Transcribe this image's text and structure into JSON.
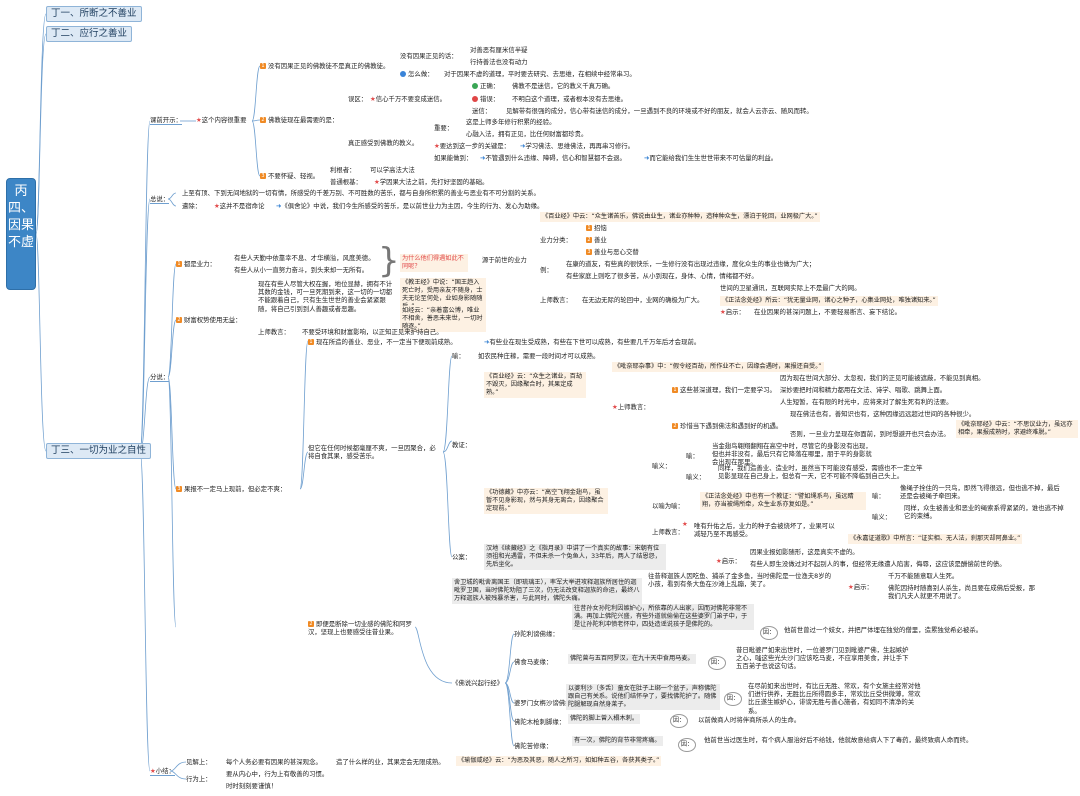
{
  "root": "丙四、因果不虚",
  "l1": [
    "丁一、所断之不善业",
    "丁二、应行之善业",
    "丁三、一切为业之自性"
  ],
  "t": {
    "a1": "课前开示：",
    "a2": "这个内容很重要",
    "a3": "没有因果正见的佛教徒不是真正的佛教徒。",
    "a4": "佛教徒现在最需要的是：",
    "a5": "不要怀疑、轻视。",
    "a6": "没有因果正见的话：",
    "a7": "对善恶有厘米信半疑",
    "a8": "行持善法也没有动力",
    "a9": "怎么做：",
    "a10": "对于因果不虚的道理，平时要去研究、去思维，在相续中经常串习。",
    "a11": "误区：",
    "a12": "信心千万不要变成迷信。",
    "a13": "正确：",
    "a14": "佛教不是迷信，它的教义千真万确。",
    "a15": "错误：",
    "a16": "不明白这个道理，或者根本没有去思维。",
    "a17": "迷信：",
    "a18": "见解带有很强的成分，信心带有迷信的成分，一旦遇到不良的环境或不好的朋友，就会人云亦云、随风而转。",
    "a19": "真正感受到佛教的教义。",
    "a20": "重要：",
    "a21": "这是上师多年修行积累的经验。",
    "a22": "心融入法，拥有正见，比任何财富都珍贵。",
    "a23": "要达到这一步的关键是：",
    "a24": "学习佛法、思维佛法，再再串习修行。",
    "a25": "如果能做到：",
    "a26": "不管遇到什么违缘、障碍，信心和智慧都不会退。",
    "a27": "而它能给我们生生世世带来不可估量的利益。",
    "a28": "利根者：",
    "a29": "可以学高法大法",
    "a30": "普通根基：",
    "a31": "学因果大法之前，先打好坚固的基础。",
    "b1": "总说：",
    "b2": "上至有顶、下到无间地狱的一切有情，所感受的千差万别、不可胜数的苦乐，都与自身所积累的善业与恶业有不可分割的关系。",
    "b3": "遣除：",
    "b4": "这并不是宿命论",
    "b5": "《俱舍论》中说，我们今生所感受的苦乐，是以前世业力为主因，今生的行为、发心为助缘。",
    "c1": "分说：",
    "c2": "都是业力：",
    "c3": "有些人天勤中依靠幸不息、才华横溢，风度美德。",
    "c4": "有些人从小一直努力奋斗，到头来却一无所有。",
    "c5": "为什么他们得遇如此不同呢？",
    "c6": "源于前世的业力",
    "c7": "《百业经》中云：“众生诸苦乐，佛说由业生，诸业亦种种，造种种众生，漂泊于轮回，业网极广大。”",
    "c8": "业力分类：",
    "c9": "招恼",
    "c10": "善业",
    "c11": "善业与恶心交替",
    "c12": "例：",
    "c13": "在康的道友，有些真的很快乐，一生修行没有出现过违缘，度化众生的事业也做为广大；",
    "c14": "有些家庭上则吃了很多苦，从小到现在，身体、心情，情绪都不好。",
    "c15": "上师教言：",
    "c16": "世间的卫星通讯，互联网实际上不是最广大的网。",
    "c17": "在无边无际的轮回中，业网的确极为广大。",
    "c18": "《正法念处经》所云：“犹无量业网，诸心之种子，心集业网处，唯独诸知来。”",
    "c19": "启示：",
    "c20": "在业因果的甚深问题上，不要轻易断言、妄下结论。",
    "c21": "财富权势使用无益：",
    "c22": "现在有些人尽管大权在握，地位显赫，拥有不计其数的金钱，可一旦死期到来，这一切的一切都不能跟着自己，只有生生世世的善业会紧紧跟随，将自己引到到人善趣或者恶趣。",
    "c23": "《教王经》中说：“国王趋入死亡时，受用亲友不随身，士夫无论至何处，业如身影随随后。”",
    "c24": "如经云：“亲着富公博，唯业不相舍，善恶未来世，一切时随逐。”",
    "c25": "上师教言：",
    "c26": "不要受环境和财富影响，以正知正见来护持自己。",
    "c27": "果报不一定马上现前，但必定不爽：",
    "c28": "现在所造的善业、恶业，不一定当下便现前成熟。",
    "c29": "有些业在现生受成熟，有些在下世可以成熟，有些要几千万年后才会现前。",
    "c30": "喻：",
    "c31": "如农民种庄稼，需要一段时间才可以成熟。",
    "c32": "但它在任何时候都毫厘不爽，一旦因聚合，必将自食其果，感受苦乐。",
    "c33": "教证：",
    "c34": "《百业经》云：“众生之诸业，百劫不毁灭，因缘聚合时，其果定成熟。”",
    "c35": "《毗奈耶杂事》中：“假令经百劫，所作业不亡，因缘会遇时，果报还自受。”",
    "c36": "上师教言：",
    "c37": "这些甚深道理，我们一定要学习。",
    "c38": "因为现在世间大部分、太忽视，我们的正见可能被遮蔽，不能见到真相。",
    "c39": "深妙要把时间和精力都用在文法、诗学、唱歌、跳舞上面。",
    "c40": "人生短暂，在有限的时光中，应将来对了解生死有利的法要。",
    "c41": "珍惜当下遇到佛法和遇到好的机遇。",
    "c42": "现在佛法也有，善知识也有，这种因缘远远超过世间的各种很少。",
    "c43": "喻：",
    "c44": "《毗奈耶经》中云：“不思议业力，虽远亦相牵，果报成熟时，求避终难脱。”",
    "c45": "否则，一旦业力呈现在你面前，到时想避开也只会办法。",
    "c46": "当金翅鸟翱翔翻翔在高空中时，尽管它的身影没有出现，但也并非没有，最后只有它降落在哪里，朋于平的身影就会出现在那里。",
    "c47": "喻义：",
    "c48": "同样，我们造善业、造业时，虽然当下可能没有感受，需感也不一定立竿见影显现在自己身上，但总有一天，它不可能不降临到自己头上。",
    "c49": "《功德藏》中亦云：“高空飞翔金翅鸟，虽暂不见身影现，然与其身无离合，因缘聚合定现前。”",
    "c50": "以喻为喻：",
    "c51": "《正法念处经》中也有一个教证：“譬如绳系鸟，虽远睛翔，亦当被绳所牵，众生业系亦复如是。”",
    "c52": "喻：",
    "c53": "像绳子拴住的一只鸟，即然飞得很远，但也逃不掉，最后还是会被绳子牵回来。",
    "c54": "喻义：",
    "c55": "同样，众生被善业和恶业的绳索系得紧紧的，谁也逃不掉它的束缚。",
    "c56": "上师教言：",
    "c57": "唯有升佑之后，业力的种子会被烧坏了，业果可以减轻乃至不再感受。",
    "c58": "《永嘉证道歌》中所言：“证实相、无人法，刹那灭却阿鼻业。”",
    "c59": "公案：",
    "c60": "汉地《续藏经》之《指月录》中讲了一个真实的故事：宋朝有位须祖和光遇雷，不但未杀一个兔鱼人，33年后，两人了结恩怨，先后坐化。",
    "c61": "启示：",
    "c62": "因果业报如影随形，这是真实不虚的。",
    "c63": "有些人即生没做过对不起别人的事，但经常无缘遭人陷害，侮辱，这应该是酬偿前世的债。",
    "c64": "即便是断除一切业感的佛陀和阿罗汉，坚现上也要感受往昔业果。",
    "c65": "舍卫城的毗舍离国王（即琉璃王），率军大举进攻释迦族所居住的迦毗罗卫国，当时佛陀劝阻了三次，仍无法改变释迦族的命运，最终八万释迦族人被残暴杀害，与此同时，佛陀头痛。",
    "c66": "往昔释迦族人因吃鱼、捕杀了金多鱼，当时佛陀是一位渔夫8岁的小孩，看到有条大鱼在沙滩上乱蹦，笑了。",
    "c67": "启示：",
    "c68": "千万不能随意取人生死。",
    "c69": "佛陀因持时随喜别人杀生，尚且要在成佛后受报，那我们凡夫人就更不用说了。",
    "c70": "《佛说兴起行经》",
    "c71": "孙陀利谤佛缘：",
    "c72": "往昔孙女孙陀利因嫉妒心，所依靠的人出家，因而对佛陀非常不满。再加上佛陀兴盛，有些外道就偷偷在这些婆罗门弟子中，于是让孙陀利冲愤老怀中，四处造谣说孩子是佛陀的。",
    "c73": "因：",
    "c74": "他前世曾过一个妓女，并把尸体埋在独觉的僧里，造累独觉希必被杀。",
    "c75": "佛食马麦缘：",
    "c76": "佛陀曾与五百阿罗汉，在九十天中食用马麦。",
    "c77": "因：",
    "c78": "昔日毗婆尸如来出世时，一位婆罗门见到毗婆尸佛，生起嫉妒之心，嗤这些光头沙门应该吃马麦，不应享用美食，并让手下五百弟子也说这句话。",
    "c79": "婆罗门女栴沙谤佛缘：",
    "c80": "以婆利沙（多舌）童女在肚子上绑一个盆子，声称佛陀跟自己有关系。说他们结怀孕了，要找佛陀护了。随佛陀腿解现自然身莱子。",
    "c81": "因：",
    "c82": "在尽前如来出世时，有比丘无胜、常欢，有个女施主经常对他们进行供养，无胜比丘所得圆多丰，常欢比丘受供微薄，常欢比丘遂生嫉妒心，诽谤无胜与善心施者，有如同不清净的关系。",
    "c83": "佛陀木枪刺脚缘：",
    "c84": "佛陀的脚上曾入榻木刺。",
    "c85": "因：",
    "c86": "以前做商人时将伴商所杀人的生命。",
    "c87": "佛陀苦修缘：",
    "c88": "有一次，佛陀的背节非常疼痛。",
    "c89": "因：",
    "c90": "他前世当过医生时，有个病人服治好后不给钱，他就故意给病人下了毒药，最终致病人命而终。",
    "d1": "小结：",
    "d2": "见解上：",
    "d3": "每个人务必要有因果的甚深观念。",
    "d4": "造了什么样的业，其果定会无限成熟。",
    "d5": "《瑜伽咸经》云：“为恶及其恶，随人之所习，如如种五谷，各获其类子。”",
    "d6": "行为上：",
    "d7": "要从内心中，行为上有敬善的习惯。",
    "d8": "时时刻刻要谨慎！"
  },
  "colors": {
    "root": "#3d86c6",
    "l1_bg": "#dde9f5",
    "highlight": "#fbe7d3",
    "line": "#6f9fcf",
    "star": "#e24b4b"
  }
}
